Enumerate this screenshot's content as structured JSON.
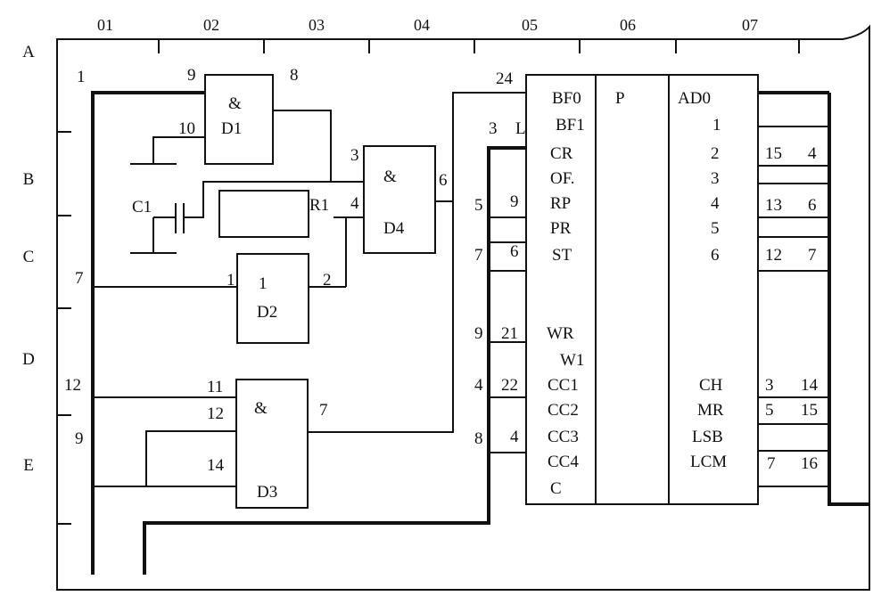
{
  "columns": [
    "01",
    "02",
    "03",
    "04",
    "05",
    "06",
    "07"
  ],
  "rows": [
    "A",
    "B",
    "C",
    "D",
    "E"
  ],
  "gates": {
    "d1": {
      "symbol": "&",
      "name": "D1",
      "pin_in_top": "9",
      "pin_in_bottom": "10",
      "pin_out": "8"
    },
    "d2": {
      "symbol": "1",
      "name": "D2",
      "pin_in": "1",
      "pin_out": "2"
    },
    "d3": {
      "symbol": "&",
      "name": "D3",
      "pin_in_1": "11",
      "pin_in_2": "12",
      "pin_in_3": "14",
      "pin_out": "7"
    },
    "d4": {
      "symbol": "&",
      "name": "D4",
      "pin_in_top": "3",
      "pin_in_bottom": "4",
      "pin_out": "6"
    }
  },
  "components": {
    "capacitor": "C1",
    "resistor": "R1"
  },
  "left_labels": [
    "1",
    "7",
    "12",
    "9"
  ],
  "chip": {
    "name": "P",
    "left_pins": [
      "BF0",
      "BF1",
      "CR",
      "OF.",
      "RP",
      "PR",
      "ST",
      "WR",
      "W1",
      "CC1",
      "CC2",
      "CC3",
      "CC4",
      "C"
    ],
    "right_pins": [
      "AD0",
      "1",
      "2",
      "3",
      "4",
      "5",
      "6",
      "CH",
      "MR",
      "LSB",
      "LCM"
    ]
  },
  "chip_left_numbers": {
    "top": "24",
    "bf1_outer": "3",
    "bf1_inner": "L",
    "rp_outer": "5",
    "rp_inner": "9",
    "st_outer": "7",
    "st_inner": "6",
    "wr_outer": "9",
    "wr_inner": "21",
    "cc1_outer": "4",
    "cc1_inner": "22",
    "cc3_outer": "8",
    "cc3_inner": "4"
  },
  "chip_right_numbers": [
    {
      "a": "15",
      "b": "4"
    },
    {
      "a": "13",
      "b": "6"
    },
    {
      "a": "12",
      "b": "7"
    },
    {
      "a": "3",
      "b": "14"
    },
    {
      "a": "5",
      "b": "15"
    },
    {
      "a": "7",
      "b": "16"
    }
  ]
}
